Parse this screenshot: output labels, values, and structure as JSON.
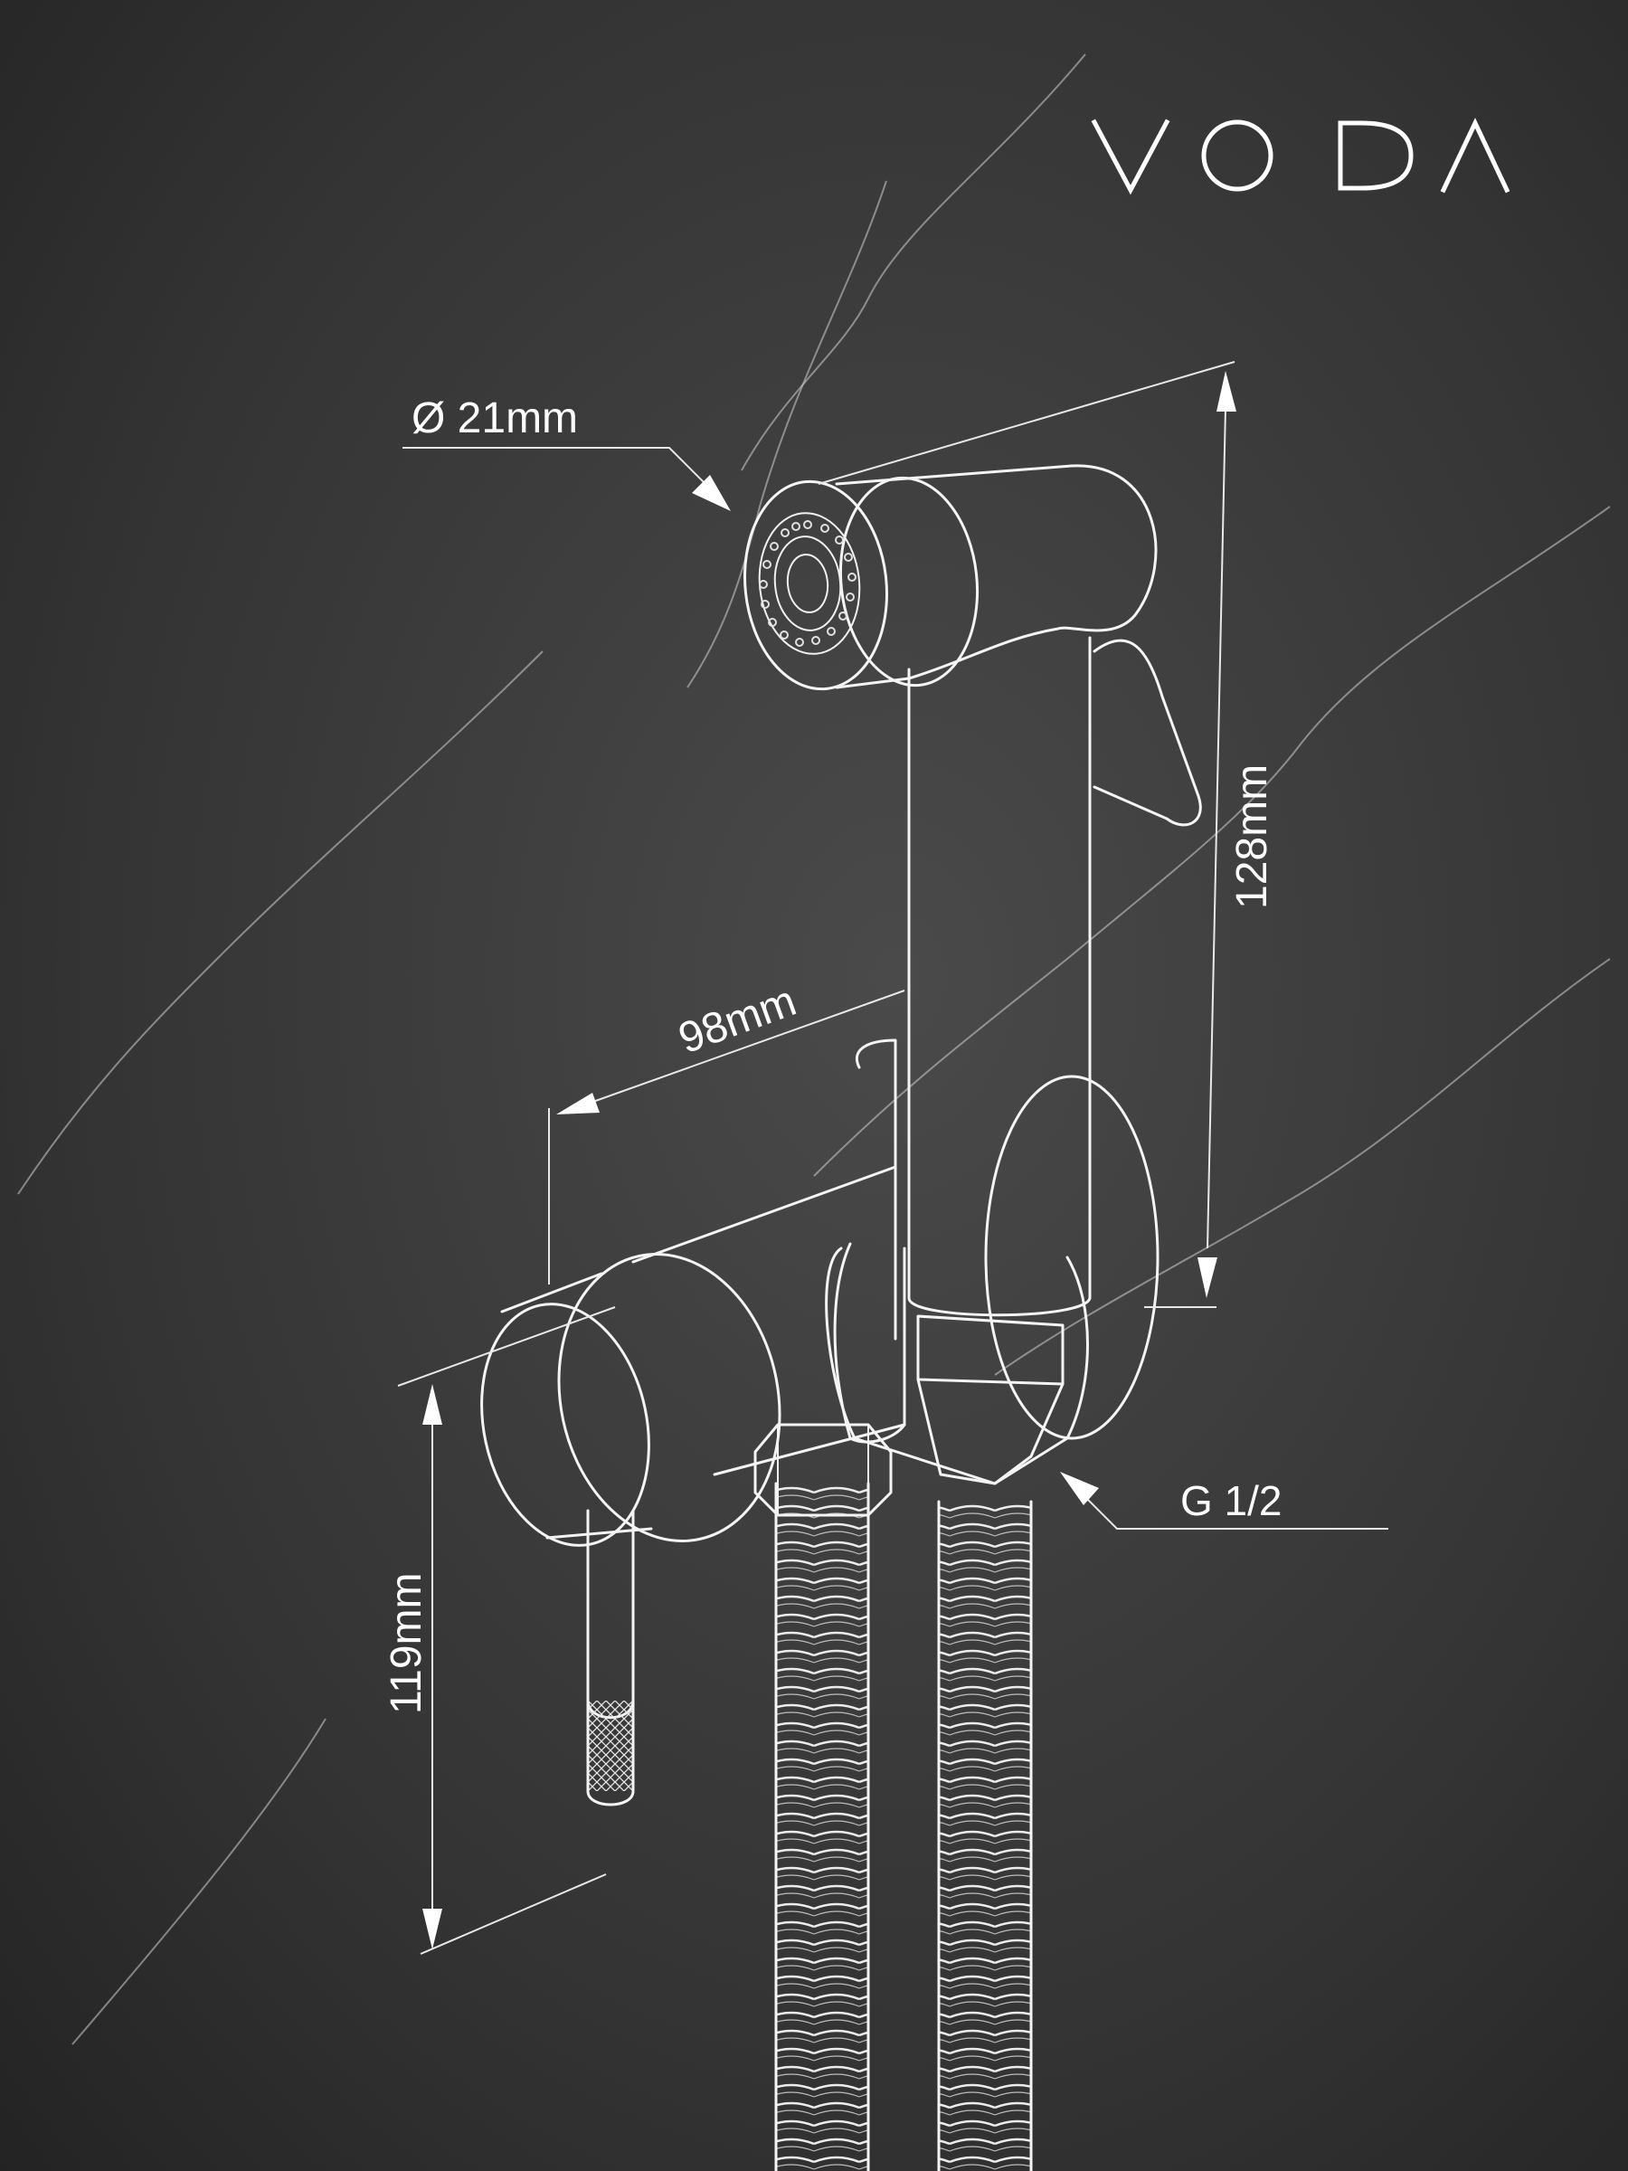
{
  "brand": {
    "logo_text": "VODA"
  },
  "dimensions": {
    "nozzle_diameter": "Ø 21mm",
    "head_height": "128mm",
    "depth": "98mm",
    "mixer_height": "119mm",
    "thread": "G 1/2"
  },
  "colors": {
    "background": "#2e2e2e",
    "line": "#f4f4f4",
    "text": "#ffffff"
  }
}
